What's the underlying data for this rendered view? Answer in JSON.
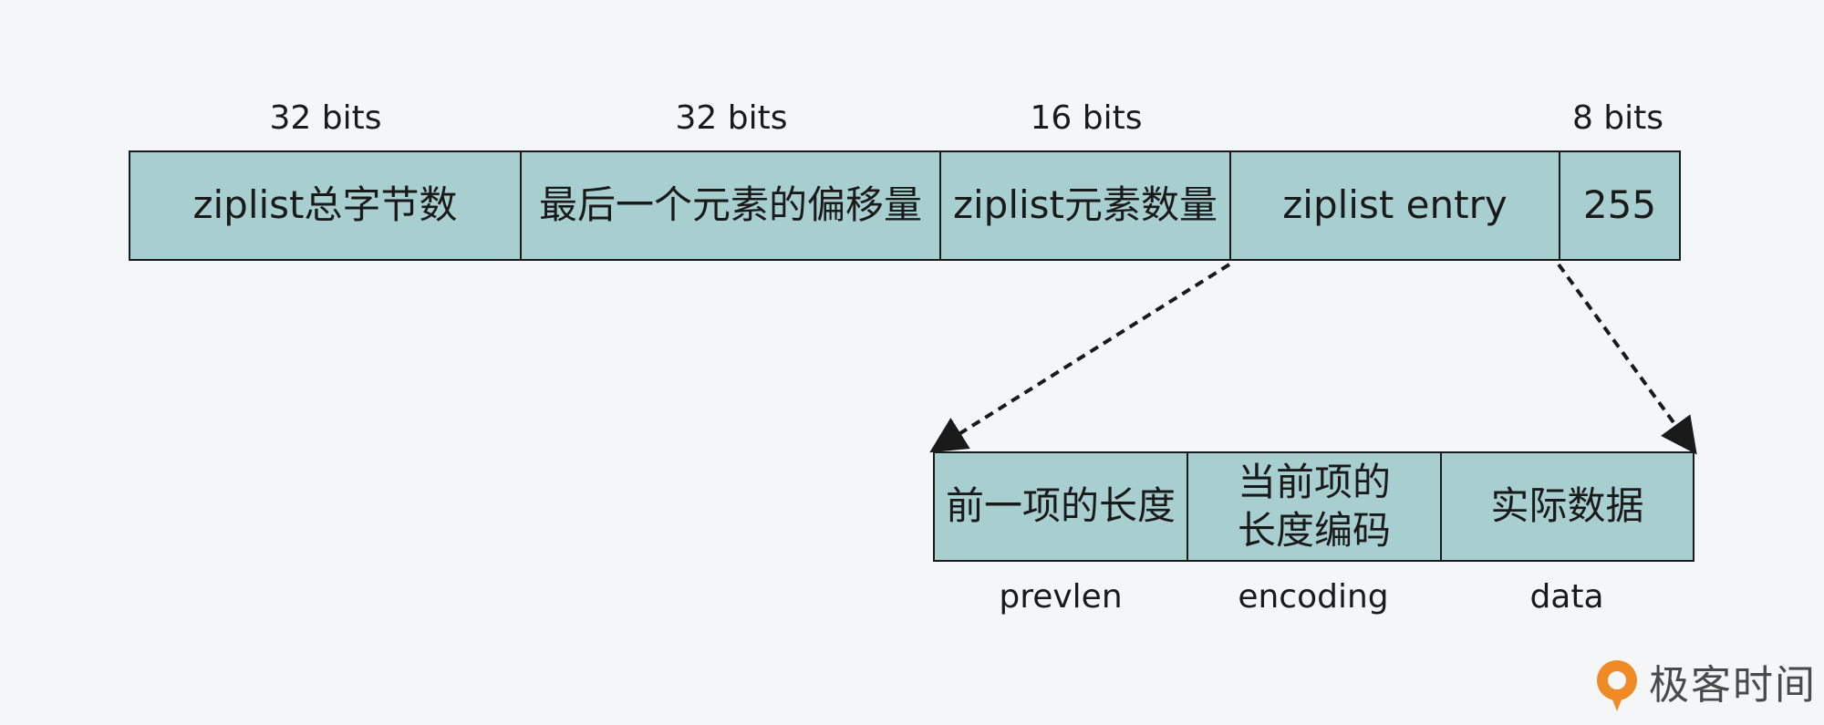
{
  "top_bits_labels": [
    "32 bits",
    "32 bits",
    "16 bits",
    "8 bits"
  ],
  "ziplist_fields": [
    "ziplist总字节数",
    "最后一个元素的偏移量",
    "ziplist元素数量",
    "ziplist entry",
    "255"
  ],
  "entry_fields": [
    {
      "lines": [
        "前一项的长度"
      ]
    },
    {
      "lines": [
        "当前项的",
        "长度编码"
      ]
    },
    {
      "lines": [
        "实际数据"
      ]
    }
  ],
  "entry_field_names": [
    "prevlen",
    "encoding",
    "data"
  ],
  "watermark": {
    "text": "极客时间",
    "icon": "geektime-logo-icon"
  },
  "colors": {
    "box_fill": "#a8cfcf",
    "border": "#1a1a1a",
    "background": "#f4f6f8",
    "logo_orange": "#f08a24"
  }
}
